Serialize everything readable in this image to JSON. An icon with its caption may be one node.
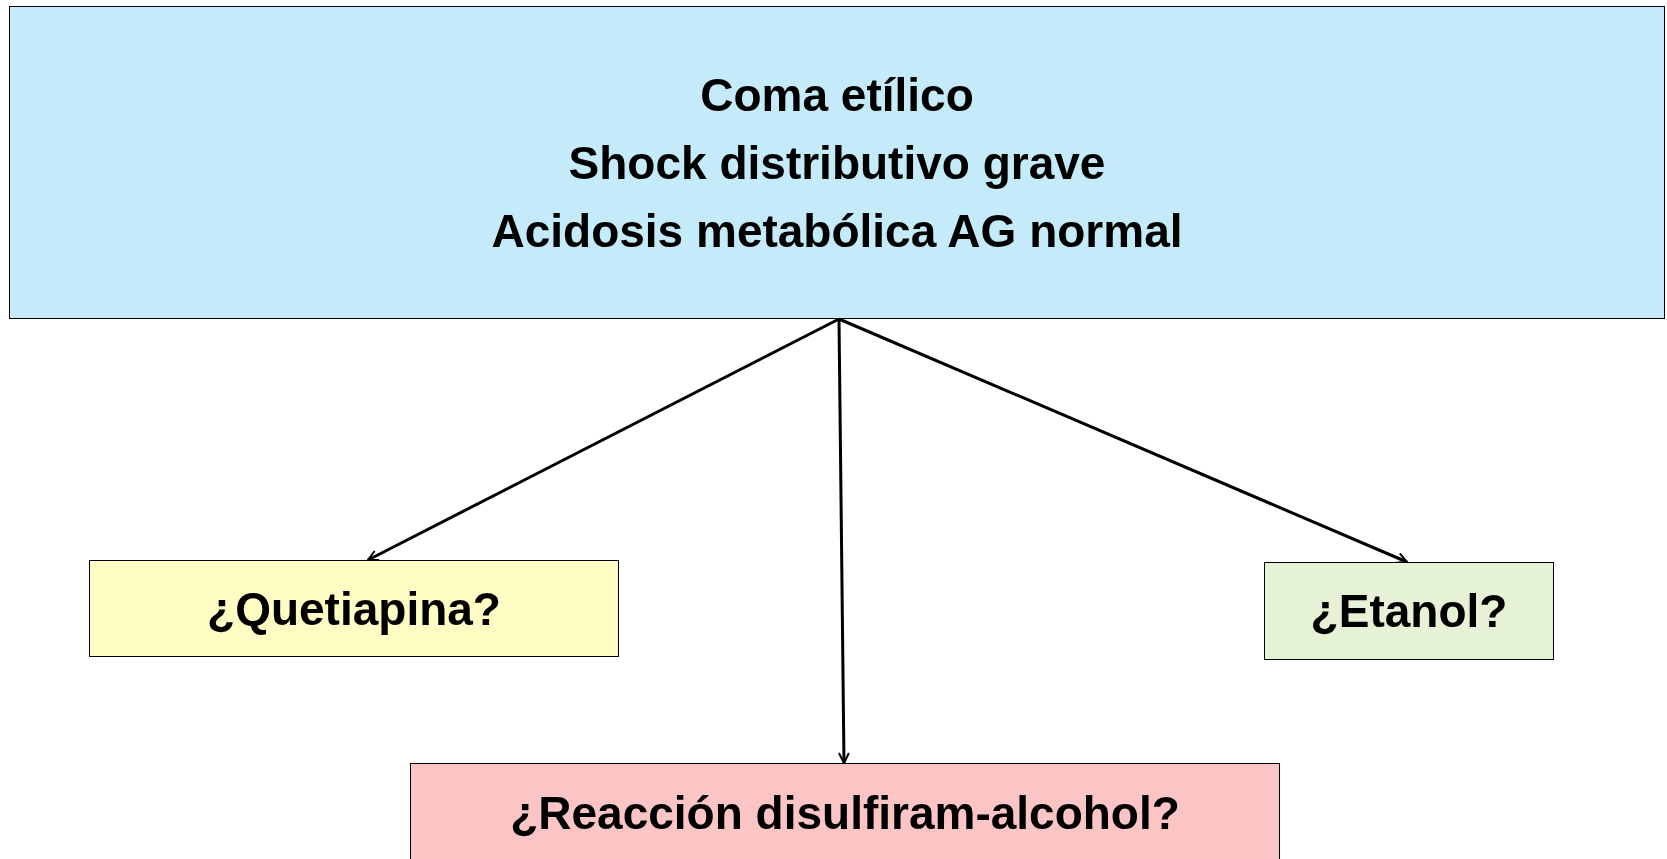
{
  "diagram": {
    "nodes": [
      {
        "text": [
          "Coma etílico",
          "Shock distributivo grave",
          "Acidosis metabólica AG normal"
        ]
      },
      {
        "text": [
          "¿Quetiapina?"
        ]
      },
      {
        "text": [
          "¿Etanol?"
        ]
      },
      {
        "text": [
          "¿Reacción disulfiram-alcohol?"
        ]
      }
    ],
    "edges": [
      {
        "from": 0,
        "to": 1,
        "arrow": "to"
      },
      {
        "from": 0,
        "to": 3,
        "arrow": "to"
      },
      {
        "from": 0,
        "to": 2,
        "arrow": "to"
      }
    ]
  }
}
